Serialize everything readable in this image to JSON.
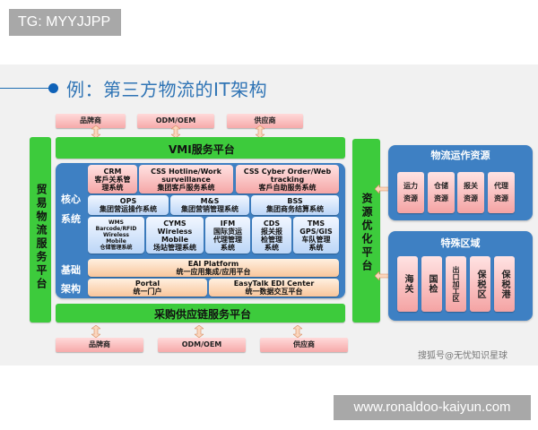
{
  "watermarks": {
    "top": "TG: MYYJJPP",
    "bottom": "www.ronaldoo-kaiyun.com",
    "credit": "搜狐号@无忧知识星球"
  },
  "title": "例：第三方物流的IT架构",
  "colors": {
    "title": "#2f74b5",
    "green_platform": "#3dcb3c",
    "blue_block": "#3e80c3",
    "partner_pink": "#f6a9a9",
    "watermark_gray": "#a8a8a8"
  },
  "top_partners": [
    "品牌商",
    "ODM/OEM",
    "供应商"
  ],
  "bottom_partners": [
    "品牌商",
    "ODM/OEM",
    "供应商"
  ],
  "vmi_platform": "VMI服务平台",
  "procurement_platform": "采购供应链服务平台",
  "left_platform": "贸易物流服务平台",
  "right_platform": "资源优化平台",
  "core": {
    "label_line1": "核心",
    "label_line2": "系统",
    "row1": [
      {
        "en": "CRM",
        "cn1": "客戶关系管",
        "cn2": "理系统"
      },
      {
        "en": "CSS Hotline/Work",
        "en2": "surveillance",
        "cn1": "集团客戶服务系统"
      },
      {
        "en": "CSS Cyber Order/Web",
        "en2": "tracking",
        "cn1": "客戶自助服务系统"
      }
    ],
    "row2": [
      {
        "en": "OPS",
        "cn1": "集团营运操作系统"
      },
      {
        "en": "M&S",
        "cn1": "集团营销管理系统"
      },
      {
        "en": "BSS",
        "cn1": "集团商务结算系统"
      }
    ],
    "row3": [
      {
        "lines": [
          "WMS",
          "Barcode/RFID",
          "Wireless",
          "Mobile",
          "仓储管理系统"
        ]
      },
      {
        "lines": [
          "CYMS",
          "Wireless",
          "Mobile",
          "场站管理系统"
        ]
      },
      {
        "lines": [
          "IFM",
          "国际货运",
          "代理管理",
          "系统"
        ]
      },
      {
        "lines": [
          "CDS",
          "报关报",
          "检管理",
          "系统"
        ]
      },
      {
        "lines": [
          "TMS",
          "GPS/GIS",
          "车队管理",
          "系统"
        ]
      }
    ]
  },
  "infra": {
    "label_line1": "基础",
    "label_line2": "架构",
    "eai": {
      "en": "EAI Platform",
      "cn": "统一应用集成/应用平台"
    },
    "portal": {
      "en": "Portal",
      "cn": "统一门户"
    },
    "edi": {
      "en": "EasyTalk EDI Center",
      "cn": "统一数据交互平台"
    }
  },
  "logistics_resources": {
    "title": "物流运作资源",
    "items": [
      {
        "l1": "运力",
        "l2": "资源"
      },
      {
        "l1": "仓储",
        "l2": "资源"
      },
      {
        "l1": "报关",
        "l2": "资源"
      },
      {
        "l1": "代理",
        "l2": "资源"
      }
    ]
  },
  "special_zones": {
    "title": "特殊区域",
    "items": [
      "海关",
      "国检",
      "出口加工区",
      "保税区",
      "保税港"
    ]
  }
}
